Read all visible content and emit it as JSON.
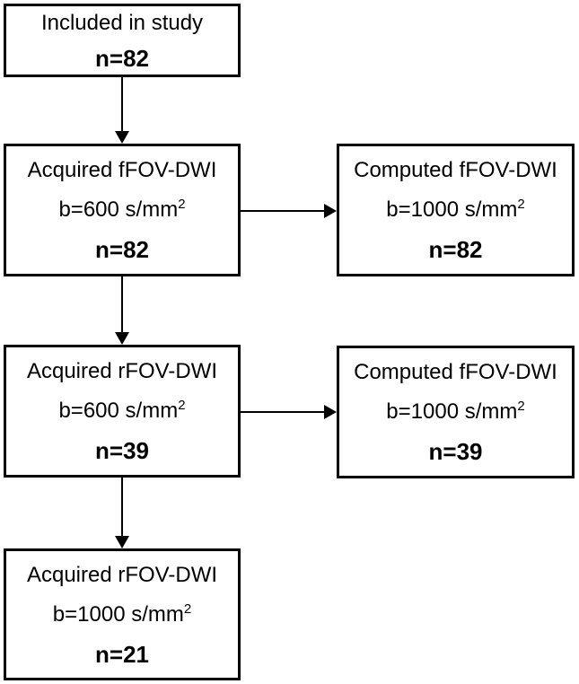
{
  "colors": {
    "background": "#ffffff",
    "box_border": "#000000",
    "text": "#000000",
    "arrow": "#000000"
  },
  "boxes": {
    "included": {
      "title": "Included in study",
      "count": "n=82"
    },
    "acquired_ffov_b600": {
      "title": "Acquired fFOV-DWI",
      "b_value": "b=600 s/mm",
      "b_sup": "2",
      "count": "n=82"
    },
    "computed_ffov_b1000_top": {
      "title": "Computed fFOV-DWI",
      "b_value": "b=1000 s/mm",
      "b_sup": "2",
      "count": "n=82"
    },
    "acquired_rfov_b600": {
      "title": "Acquired rFOV-DWI",
      "b_value": "b=600 s/mm",
      "b_sup": "2",
      "count": "n=39"
    },
    "computed_ffov_b1000_mid": {
      "title": "Computed fFOV-DWI",
      "b_value": "b=1000 s/mm",
      "b_sup": "2",
      "count": "n=39"
    },
    "acquired_rfov_b1000": {
      "title": "Acquired rFOV-DWI",
      "b_value": "b=1000 s/mm",
      "b_sup": "2",
      "count": "n=21"
    }
  }
}
